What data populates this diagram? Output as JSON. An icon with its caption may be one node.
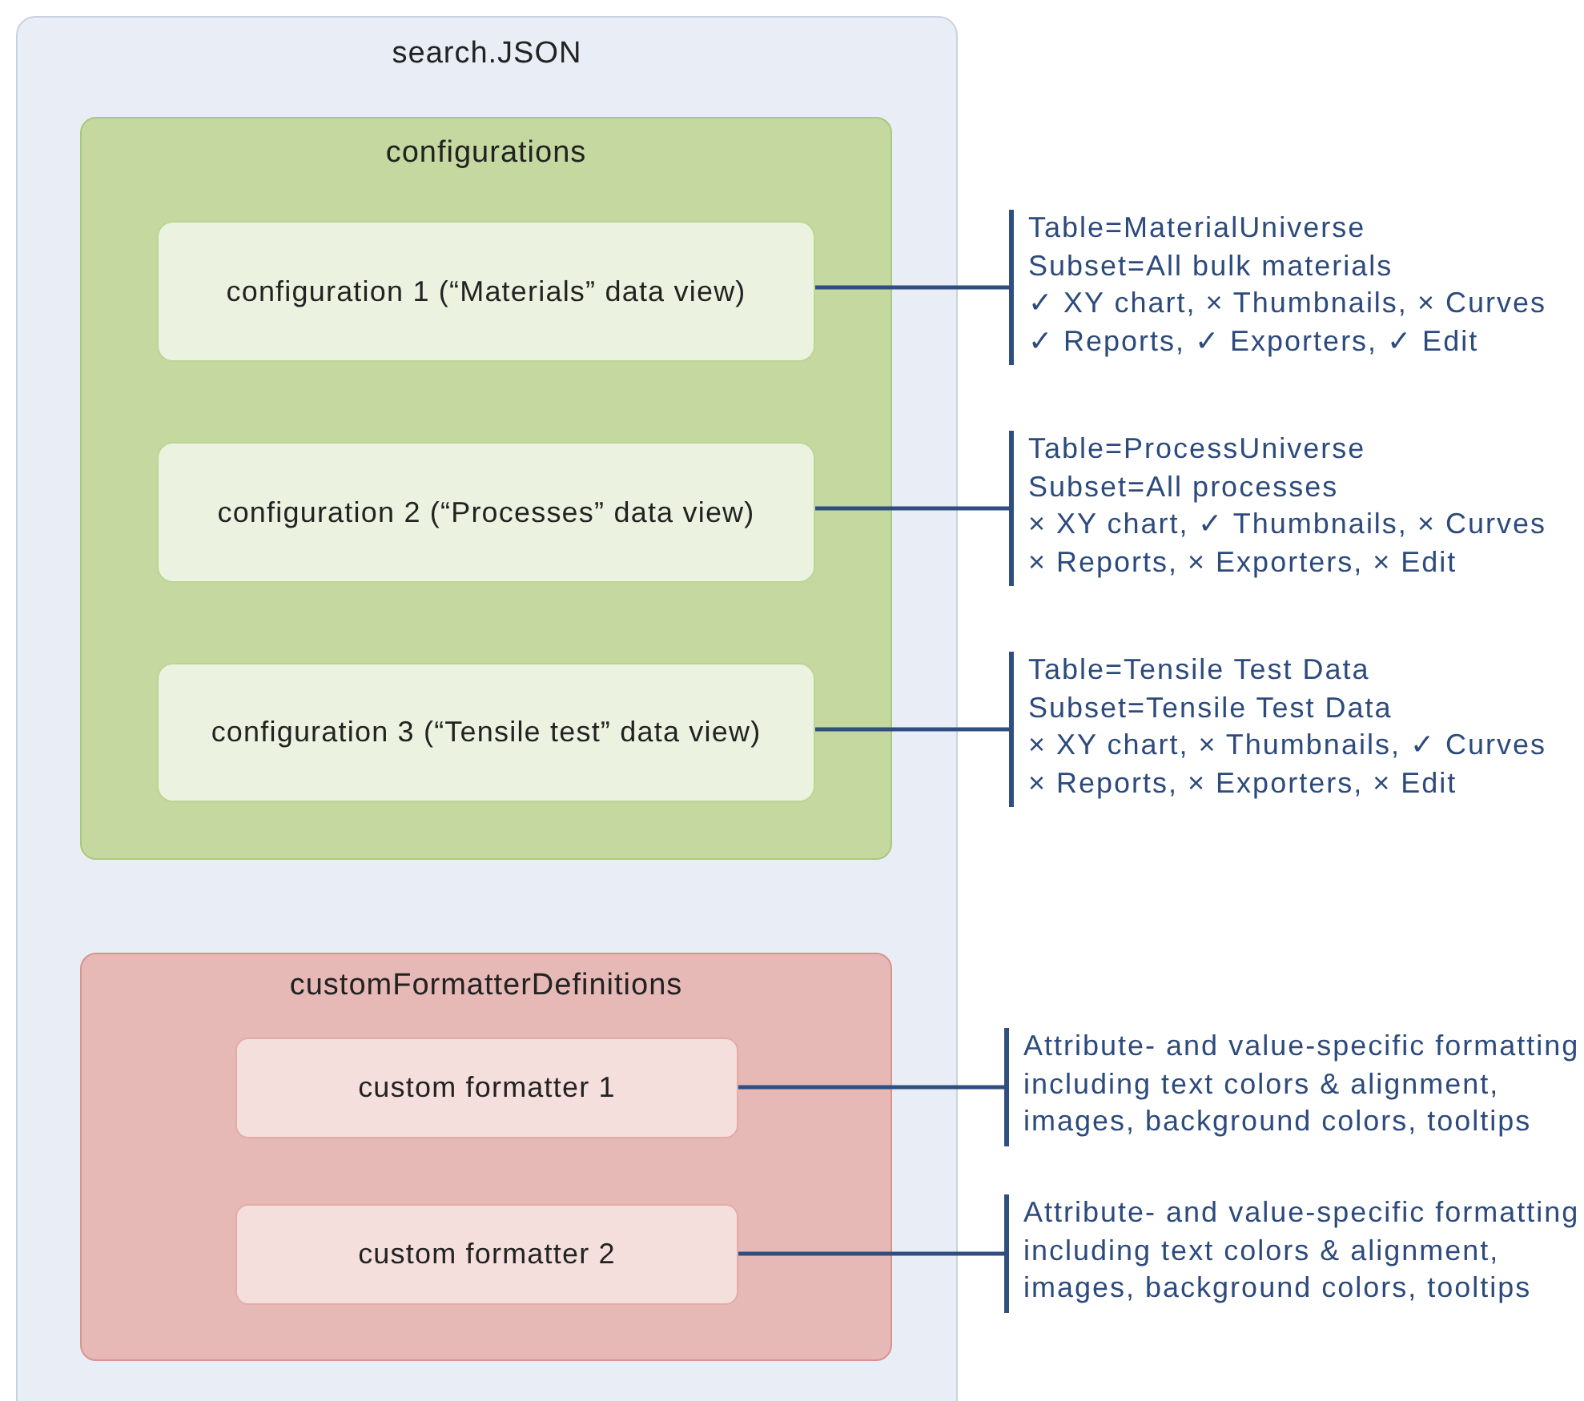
{
  "diagram": {
    "nodes": [
      {
        "text": [
          "search.JSON"
        ]
      },
      {
        "text": [
          "configurations"
        ],
        "in": 0
      },
      {
        "text": [
          "configuration 1 (“Materials” data view)"
        ],
        "in": 1
      },
      {
        "text": [
          "configuration 2 (“Processes” data view)"
        ],
        "in": 1
      },
      {
        "text": [
          "configuration 3 (“Tensile test” data view)"
        ],
        "in": 1
      },
      {
        "text": [
          "customFormatterDefinitions"
        ],
        "in": 0
      },
      {
        "text": [
          "custom formatter 1"
        ],
        "in": 5
      },
      {
        "text": [
          "custom formatter 2"
        ],
        "in": 5
      },
      {
        "text": [
          "Table=MaterialUniverse",
          "Subset=All bulk materials",
          "✓ XY chart, × Thumbnails, × Curves",
          "✓ Reports, ✓ Exporters, ✓ Edit"
        ]
      },
      {
        "text": [
          "Table=ProcessUniverse",
          "Subset=All processes",
          "× XY chart, ✓ Thumbnails, × Curves",
          "× Reports, × Exporters, × Edit"
        ]
      },
      {
        "text": [
          "Table=Tensile Test Data",
          "Subset=Tensile Test Data",
          "× XY chart, × Thumbnails, ✓ Curves",
          "× Reports, × Exporters, × Edit"
        ]
      },
      {
        "text": [
          "Attribute- and value-specific formatting including text colors & alignment, images, background colors, tooltips"
        ]
      },
      {
        "text": [
          "Attribute- and value-specific formatting including text colors & alignment, images, background colors, tooltips"
        ]
      }
    ],
    "edges": [
      {
        "from": 2,
        "to": 8,
        "arrow": "none"
      },
      {
        "from": 3,
        "to": 9,
        "arrow": "none"
      },
      {
        "from": 4,
        "to": 10,
        "arrow": "none"
      },
      {
        "from": 6,
        "to": 11,
        "arrow": "none"
      },
      {
        "from": 7,
        "to": 12,
        "arrow": "none"
      }
    ]
  }
}
